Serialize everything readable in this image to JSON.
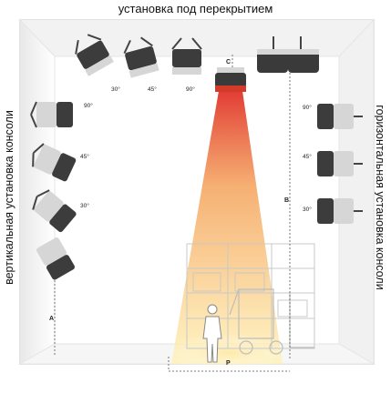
{
  "labels": {
    "top": "установка под перекрытием",
    "left": "вертикальная установка консоли",
    "right": "горизонтальная установка консоли"
  },
  "angles": {
    "ceiling": [
      "30°",
      "45°",
      "90°"
    ],
    "left_wall": [
      "90°",
      "45°",
      "30°"
    ],
    "right_wall": [
      "90°",
      "45°",
      "30°"
    ]
  },
  "dimensions": {
    "a": "A",
    "b": "B",
    "c": "C",
    "p": "P"
  },
  "colors": {
    "beam_top": "#e23a2a",
    "beam_bottom": "#ffe79a",
    "housing": "#3a3a3a",
    "fins": "#d9d9d9",
    "lens": "#d93a2a"
  }
}
